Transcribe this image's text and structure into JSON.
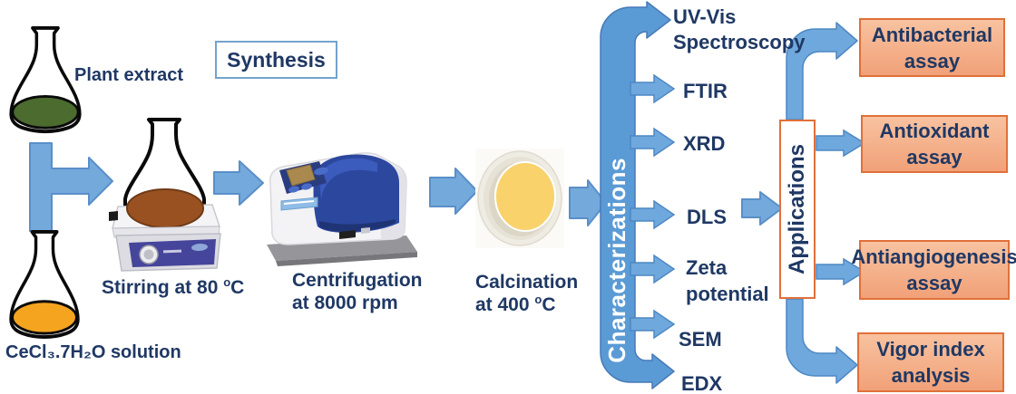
{
  "synthesis": {
    "label": "Synthesis"
  },
  "materials": {
    "plant_extract": "Plant extract",
    "cecl3": "CeCl₃.7H₂O solution"
  },
  "steps": {
    "stirring": {
      "text": "Stirring at 80 ",
      "degree": "o",
      "unit": "C"
    },
    "centrifugation": {
      "line1": "Centrifugation",
      "line2": "at 8000 rpm"
    },
    "calcination": {
      "line1": "Calcination",
      "line2": "at 400 ",
      "degree": "o",
      "unit": "C"
    }
  },
  "characterizations": {
    "label": "Characterizations",
    "items": [
      {
        "lines": [
          "UV-Vis",
          "Spectroscopy"
        ]
      },
      {
        "lines": [
          "FTIR"
        ]
      },
      {
        "lines": [
          "XRD"
        ]
      },
      {
        "lines": [
          "DLS"
        ]
      },
      {
        "lines": [
          "Zeta",
          "potential"
        ]
      },
      {
        "lines": [
          "SEM"
        ]
      },
      {
        "lines": [
          "EDX"
        ]
      }
    ]
  },
  "applications": {
    "label": "Applications",
    "items": [
      {
        "lines": [
          "Antibacterial",
          "assay"
        ]
      },
      {
        "lines": [
          "Antioxidant",
          "assay"
        ]
      },
      {
        "lines": [
          "Antiangiogenesis",
          "assay"
        ]
      },
      {
        "lines": [
          "Vigor index",
          "analysis"
        ]
      }
    ]
  },
  "colors": {
    "arrow_blue": "#74A9DC",
    "bar_blue": "#5B9BD5",
    "text_navy": "#1F3864",
    "orange_border": "#E0703A",
    "orange_fill": "#F5B48C",
    "plant_extract_green": "#4C6B2F",
    "cecl3_orange": "#F5A41F",
    "stirring_brown": "#9A5122",
    "calcined_powder_yellow": "#F9D26C"
  }
}
